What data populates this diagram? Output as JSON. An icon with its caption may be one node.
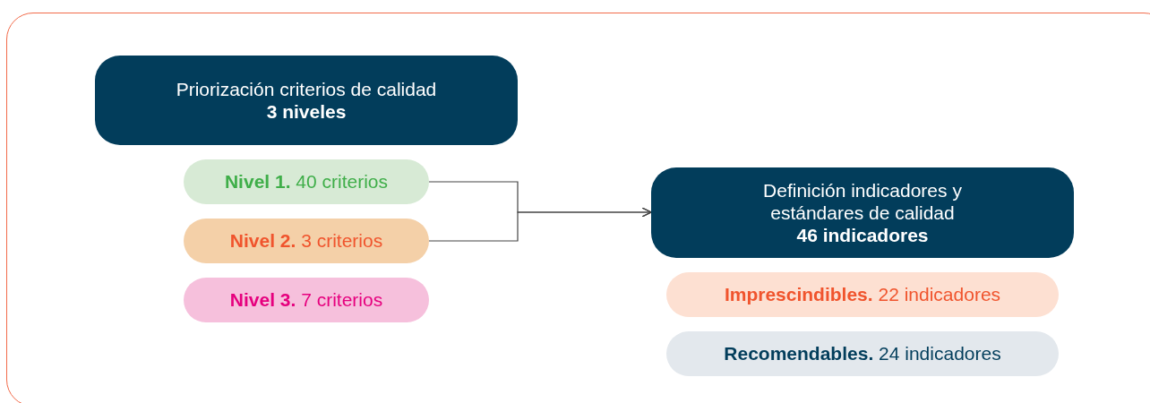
{
  "diagram": {
    "nodes": [
      {
        "text": [
          "Priorización criterios de calidad",
          "3 niveles"
        ]
      },
      {
        "text": [
          "**Nivel 1.** 40 criterios"
        ]
      },
      {
        "text": [
          "**Nivel 2.** 3 criterios"
        ]
      },
      {
        "text": [
          "**Nivel 3.** 7 criterios"
        ]
      },
      {
        "text": [
          "Definición indicadores y estándares de calidad",
          "46 indicadores"
        ]
      },
      {
        "text": [
          "**Imprescindibles.** 22 indicadores"
        ]
      },
      {
        "text": [
          "**Recomendables.** 24 indicadores"
        ]
      }
    ],
    "edges": [
      {
        "from": 1,
        "to": 4,
        "arrow": "to"
      },
      {
        "from": 2,
        "to": 4,
        "arrow": "to"
      }
    ]
  }
}
